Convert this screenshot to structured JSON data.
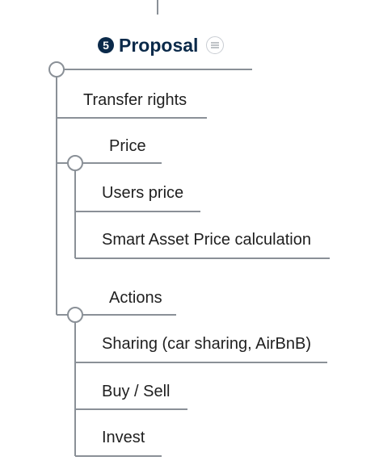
{
  "root": {
    "number": "5",
    "title": "Proposal",
    "icon": "notes-icon"
  },
  "nodes": [
    {
      "id": "transfer_rights",
      "label": "Transfer rights"
    },
    {
      "id": "price",
      "label": "Price"
    },
    {
      "id": "users_price",
      "label": "Users price"
    },
    {
      "id": "smart_asset_price",
      "label": "Smart Asset Price calculation"
    },
    {
      "id": "actions",
      "label": "Actions"
    },
    {
      "id": "sharing",
      "label": "Sharing (car sharing, AirBnB)"
    },
    {
      "id": "buy_sell",
      "label": "Buy / Sell"
    },
    {
      "id": "invest",
      "label": "Invest"
    }
  ],
  "colors": {
    "line": "#8a9097",
    "root_text": "#0b2a4a",
    "node_text": "#1f1f1f"
  }
}
